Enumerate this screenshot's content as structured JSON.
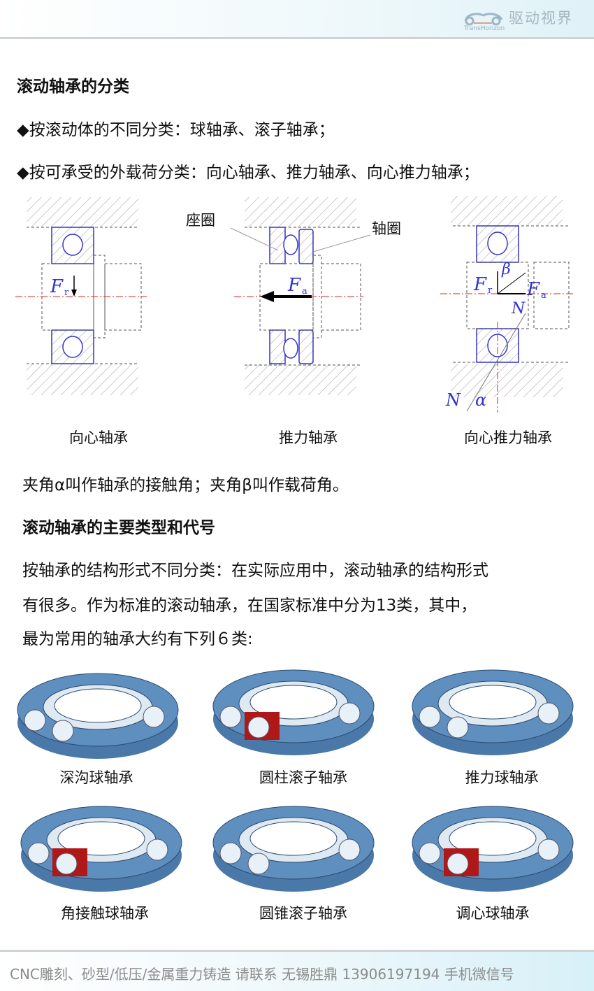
{
  "header": {
    "logo_cn": "驱动视界",
    "logo_en": "TransHorizon"
  },
  "section1": {
    "title": "滚动轴承的分类",
    "bullets": [
      "◆按滚动体的不同分类：球轴承、滚子轴承；",
      "◆按可承受的外载荷分类：向心轴承、推力轴承、向心推力轴承；"
    ],
    "diagram_labels": {
      "seat_ring": "座圈",
      "shaft_ring": "轴圈",
      "fr": "F",
      "fr_sub": "r",
      "fa": "F",
      "fa_sub": "a",
      "beta": "β",
      "alpha": "α",
      "n": "N"
    },
    "captions": [
      "向心轴承",
      "推力轴承",
      "向心推力轴承"
    ],
    "note": "夹角α叫作轴承的接触角；夹角β叫作载荷角。"
  },
  "section2": {
    "title": "滚动轴承的主要类型和代号",
    "paragraph": [
      "按轴承的结构形式不同分类：在实际应用中，滚动轴承的结构形式",
      "有很多。作为标准的滚动轴承，在国家标准中分为13类，其中，",
      "最为常用的轴承大约有下列６类:"
    ],
    "types": [
      "深沟球轴承",
      "圆柱滚子轴承",
      "推力球轴承",
      "角接触球轴承",
      "圆锥滚子轴承",
      "调心球轴承"
    ]
  },
  "footer": {
    "text": "CNC雕刻、砂型/低压/金属重力铸造 请联系 无锡胜鼎 13906197194 手机微信号"
  },
  "colors": {
    "blue_line": "#3333cc",
    "red_center": "#e02020",
    "bearing_blue": "#5f8fbf",
    "bearing_red": "#b01818"
  }
}
